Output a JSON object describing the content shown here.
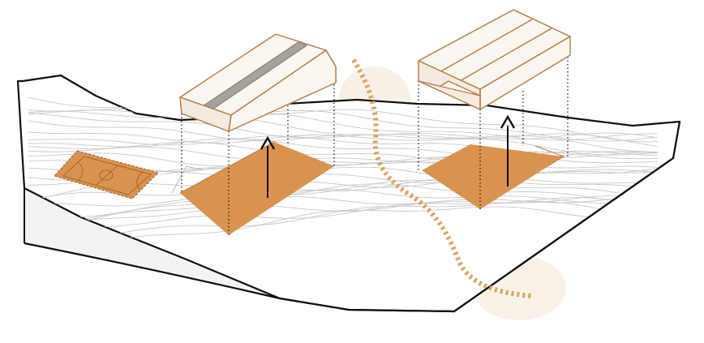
{
  "diagram": {
    "kind": "axonometric site diagram",
    "elements": [
      "terrain-model",
      "contour-lines",
      "sports-court",
      "building-footprint-left",
      "building-footprint-right",
      "roof-volume-left",
      "roof-volume-right",
      "lift-arrow-left",
      "lift-arrow-right",
      "footpath",
      "sand-patches"
    ]
  },
  "colors": {
    "outline": "#111111",
    "terrain_fill": "#ffffff",
    "terrain_side": "#f3f3f3",
    "contour": "#c9c9c9",
    "footprint": "#d9934e",
    "court": "#d9934e",
    "court_lines": "#9a5b23",
    "roof_fill": "#fbf6ef",
    "roof_stroke": "#b87a45",
    "skylight": "#a8a29c",
    "path": "#d9a25c",
    "sand": "#f2e6d6"
  },
  "icons": {
    "arrow": "up-arrow-icon"
  }
}
